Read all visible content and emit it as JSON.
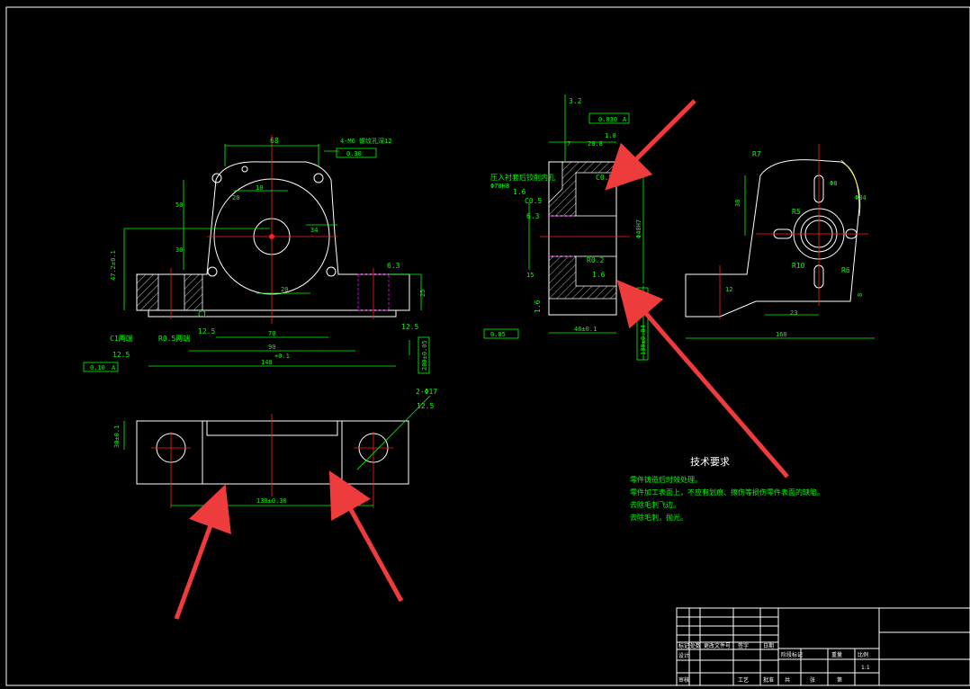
{
  "front_view": {
    "dim_width_top": "68",
    "hole_note": "4-M6 螺纹孔深12",
    "tol_frame": "0.30",
    "dim_left_a": "50",
    "dim_left_b": "20",
    "dim_left_c": "30",
    "dim_10": "10",
    "dim_34": "34",
    "dim_height": "47.2±0.1",
    "roughness_63": "6.3",
    "dim_70": "70",
    "dim_90": "90",
    "dim_width_total": "140",
    "tol_width": "+0.1",
    "dim_right_20": "20",
    "dim_right_25": "25",
    "chamfer_c1": "C1",
    "roughness_125_a": "12.5",
    "chamfer_left": "C1两端",
    "radius_r05": "R0.5两端",
    "roughness_125_b": "12.5",
    "roughness_125_c": "12.5",
    "flatness_frame": "0.10",
    "datum_a": "A",
    "vert_dim": "200±0.05",
    "hole_2": "2-Φ17",
    "roughness_125_d": "12.5"
  },
  "top_view": {
    "dim_left": "30±0.1",
    "dim_bottom": "130±0.30"
  },
  "section_view": {
    "roughness_32": "3.2",
    "tol_frame": "0.030",
    "datum": "A",
    "dim_7": "7",
    "dim_28": "28.8",
    "dim_1": "1.0",
    "note_press": "压入衬套后铰削内孔",
    "note_size": "Φ70H8",
    "roughness_16": "1.6",
    "chamfer_c05": "C0.5",
    "chamfer_c05_b": "C0.5",
    "roughness_63": "6.3",
    "dim_r02": "R0.2",
    "roughness_16_b": "1.6",
    "roughness_16_c": "1.6",
    "dim_bottom": "46±0.1",
    "tol_bottom": "0.05",
    "dim_right": "Φ40H7",
    "dim_vert": "130±0.04",
    "dim_15": "15"
  },
  "side_view": {
    "r7": "R7",
    "r5": "R5",
    "r10": "R10",
    "r6": "R6",
    "phi": "Φ8",
    "dim_38": "38",
    "dim_12": "12",
    "dim_23": "23",
    "dim_160": "160",
    "dim_8": "8",
    "r_note": "Φ84"
  },
  "tech_requirements": {
    "heading": "技术要求",
    "items": [
      "零件铸造后时效处理。",
      "零件加工表面上，不应有划痕、擦伤等损伤零件表面的缺陷。",
      "去除毛刺飞边。",
      "去除毛刺，抛光。"
    ]
  },
  "title_block": {
    "cell_a": "标记",
    "cell_b": "处数",
    "cell_c": "更改文件号",
    "cell_d": "签字",
    "cell_e": "日期",
    "cell_f": "设计",
    "cell_g": "审核",
    "cell_h": "工艺",
    "cell_i": "批准",
    "cell_j": "阶段标记",
    "cell_k": "重量",
    "cell_l": "比例",
    "cell_m": "1:1",
    "cell_n": "共",
    "cell_o": "张",
    "cell_p": "第"
  },
  "colors": {
    "background": "#000000",
    "outline": "#ffffff",
    "dimension": "#00ff00",
    "centerline": "#ff2020",
    "arrow": "#ee3b3b",
    "hidden": "#ff00ff"
  }
}
